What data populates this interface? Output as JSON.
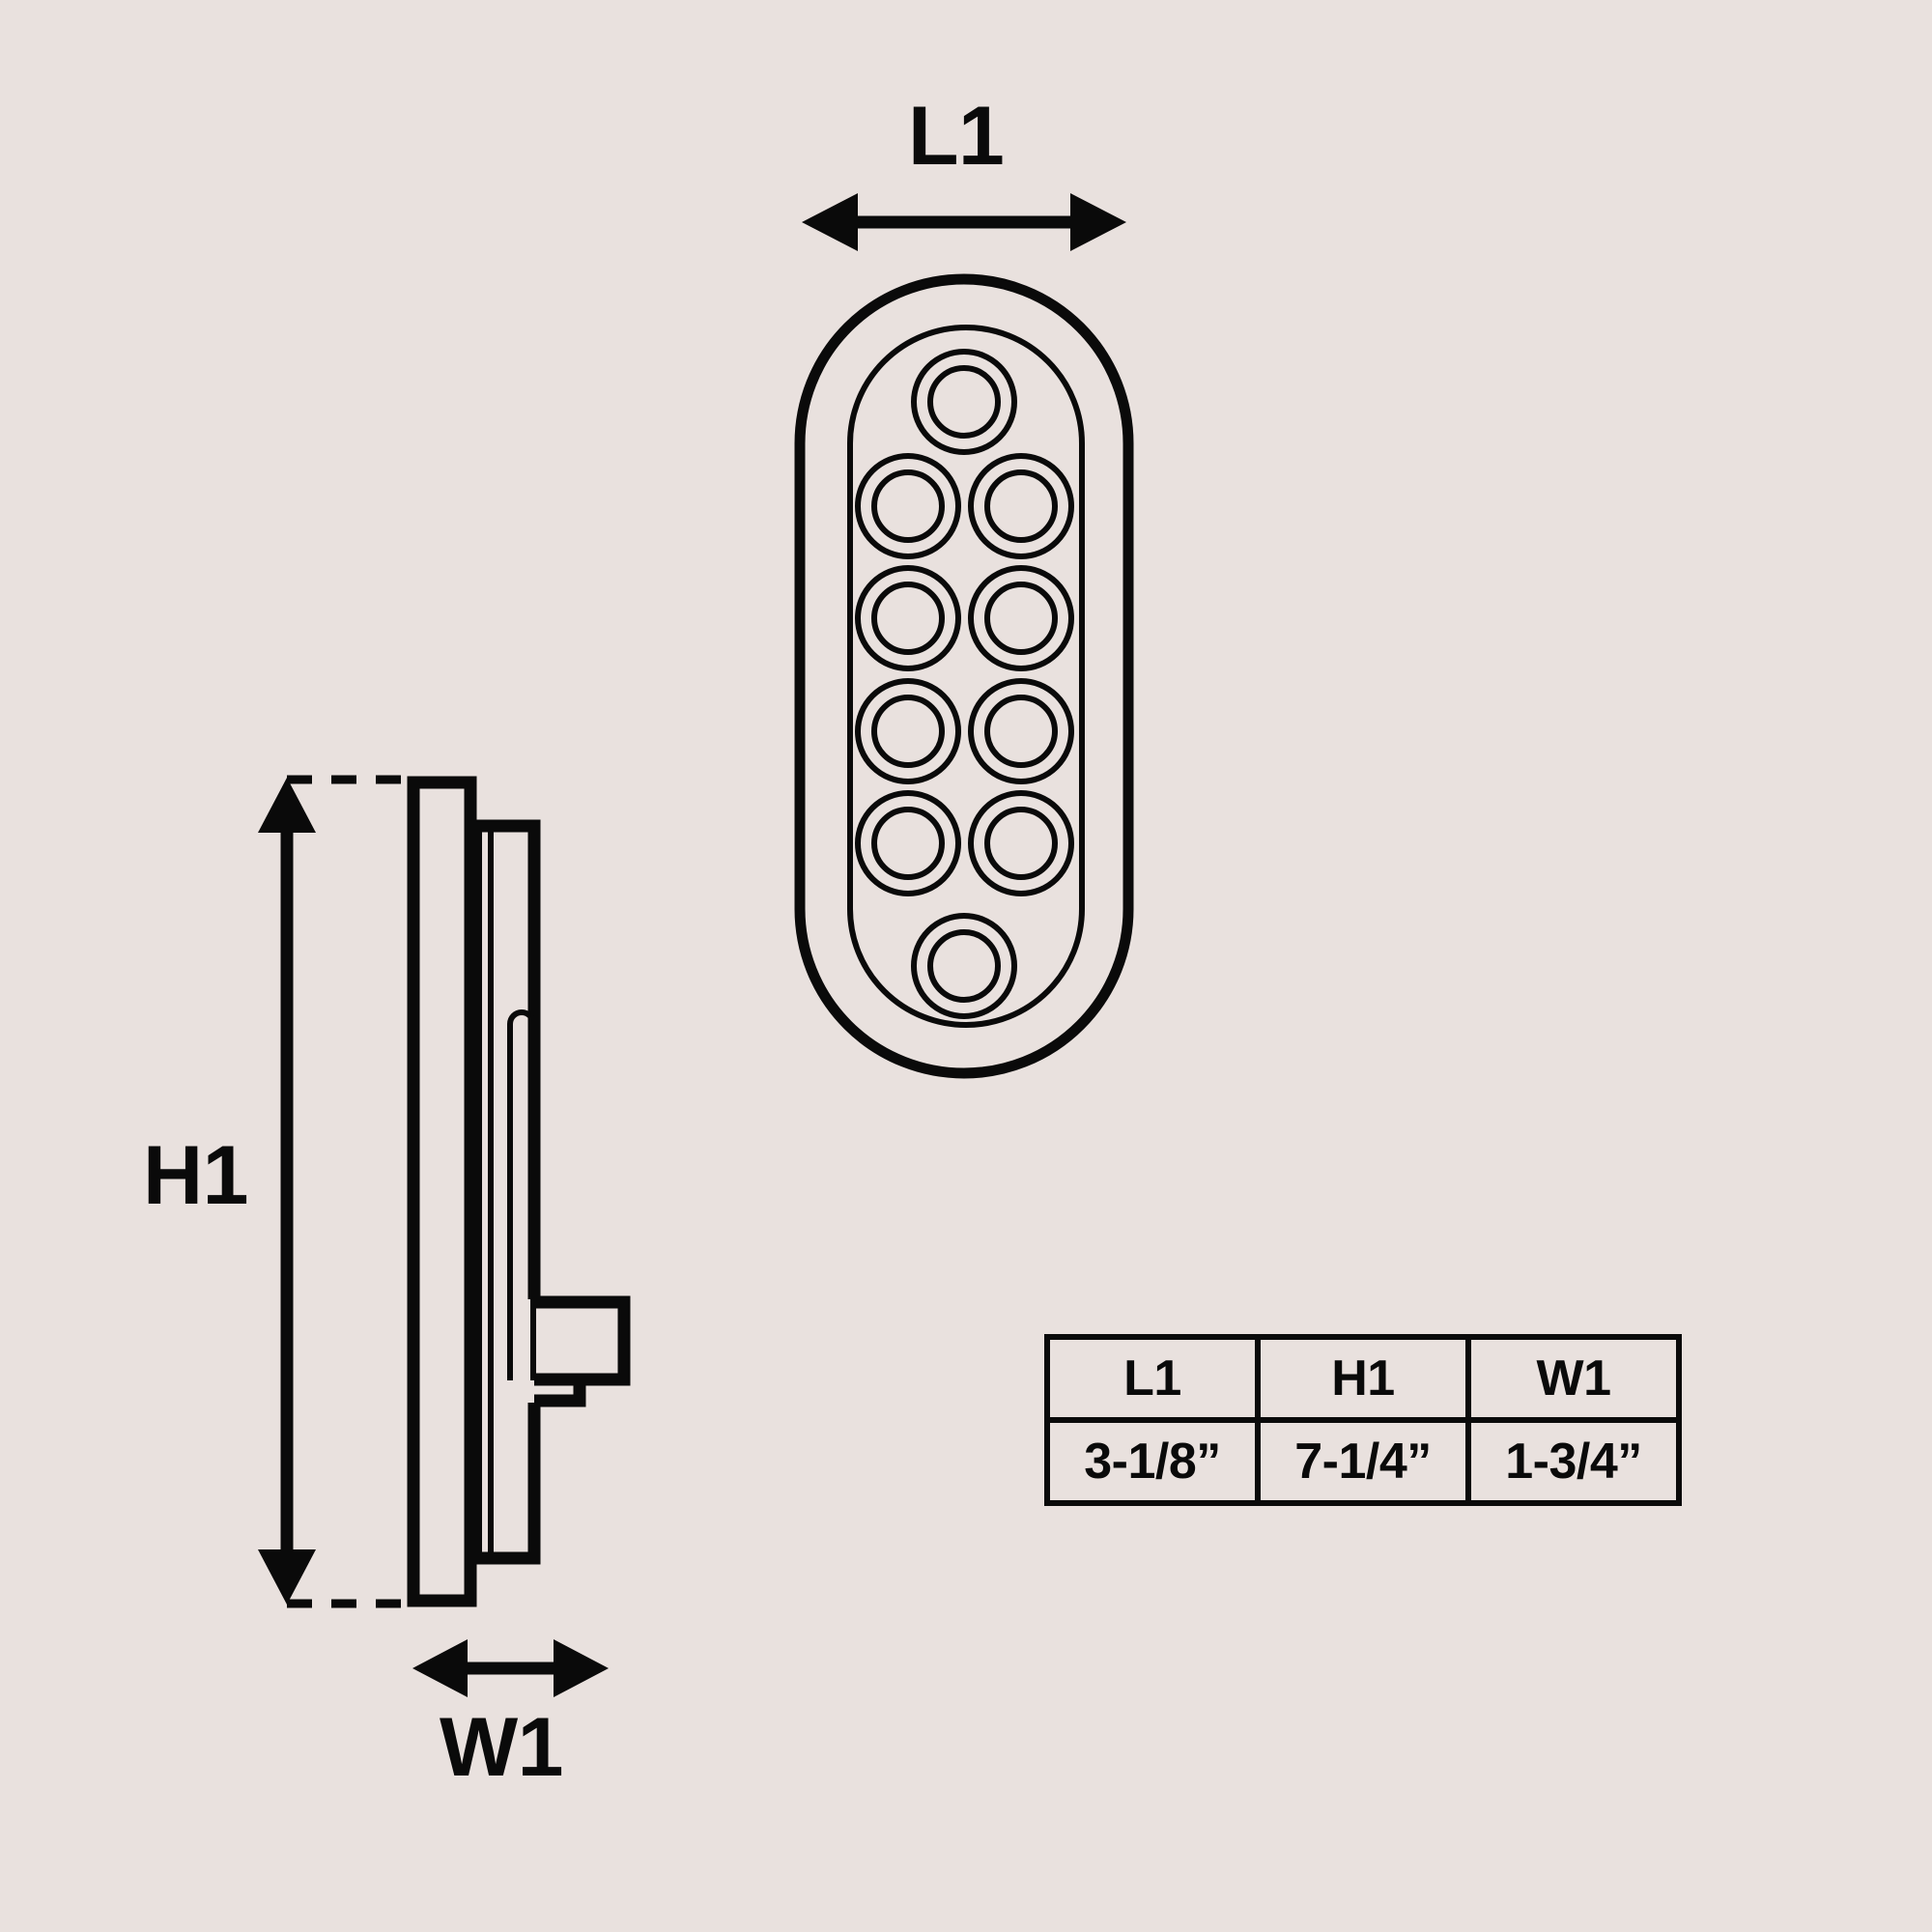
{
  "diagram": {
    "title": "Keypad Lock Dimension Drawing",
    "background_color": "#e9e1de",
    "line_color": "#0a0a0a",
    "dimension_labels": {
      "length": "L1",
      "height": "H1",
      "width": "W1"
    },
    "views": {
      "front": {
        "name": "front-keypad-view",
        "shape": "rounded-oval",
        "button_count": 10,
        "button_rows": [
          1,
          2,
          2,
          2,
          2,
          1
        ]
      },
      "side": {
        "name": "side-profile-view",
        "features": [
          "faceplate",
          "body",
          "slot",
          "latch-bolt"
        ]
      }
    }
  },
  "spec_table": {
    "headers": [
      "L1",
      "H1",
      "W1"
    ],
    "values": [
      "3-1/8”",
      "7-1/4”",
      "1-3/4”"
    ]
  }
}
